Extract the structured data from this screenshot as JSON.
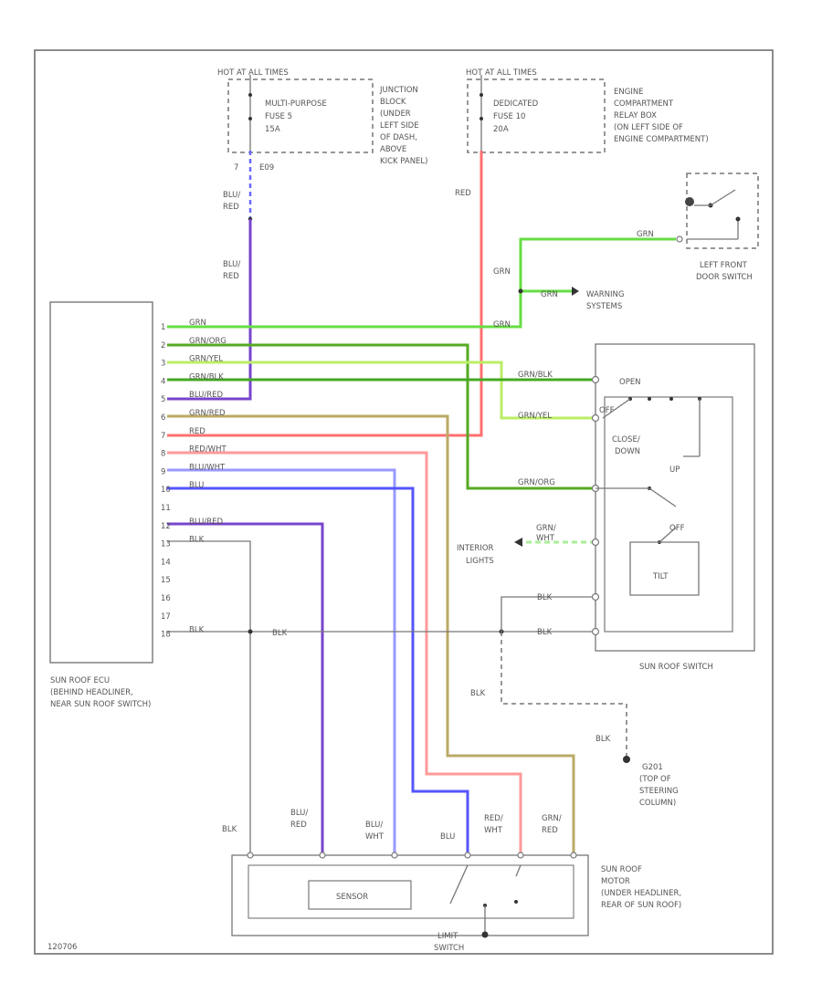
{
  "fuses": {
    "left": {
      "header": "HOT AT ALL TIMES",
      "name": "MULTI-PURPOSE",
      "number": "FUSE 5",
      "rating": "15A"
    },
    "left_box": [
      "JUNCTION",
      "BLOCK",
      "(UNDER",
      "LEFT SIDE",
      "OF DASH,",
      "ABOVE",
      "KICK PANEL)"
    ],
    "right": {
      "header": "HOT AT ALL TIMES",
      "name": "DEDICATED",
      "number": "FUSE 10",
      "rating": "20A"
    },
    "right_box": [
      "ENGINE",
      "COMPARTMENT",
      "RELAY BOX",
      "(ON LEFT SIDE OF",
      "ENGINE COMPARTMENT)"
    ]
  },
  "labels": {
    "e09": "E09",
    "blu_red_1": [
      "BLU/",
      "RED"
    ],
    "blu_red_2": [
      "BLU/",
      "RED"
    ],
    "red_vertical": "RED",
    "grn_top": "GRN",
    "grn_mid": "GRN",
    "grn_warn": "GRN",
    "grn_low": "GRN",
    "warning": [
      "WARNING",
      "SYSTEMS"
    ],
    "door_switch": [
      "LEFT FRONT",
      "DOOR SWITCH"
    ],
    "interior": [
      "INTERIOR",
      "LIGHTS"
    ],
    "grn_wht": [
      "GRN/",
      "WHT"
    ],
    "blk_drop": "BLK",
    "blk_drop2": "BLK",
    "ground": [
      "G201",
      "(TOP OF",
      "STEERING",
      "COLUMN)"
    ]
  },
  "ecu": {
    "name": [
      "SUN ROOF ECU",
      "(BEHIND HEADLINER,",
      "NEAR SUN ROOF SWITCH)"
    ],
    "pins": [
      {
        "num": "1",
        "wire": "GRN"
      },
      {
        "num": "2",
        "wire": "GRN/ORG"
      },
      {
        "num": "3",
        "wire": "GRN/YEL"
      },
      {
        "num": "4",
        "wire": "GRN/BLK"
      },
      {
        "num": "5",
        "wire": "BLU/RED"
      },
      {
        "num": "6",
        "wire": "GRN/RED"
      },
      {
        "num": "7",
        "wire": "RED"
      },
      {
        "num": "8",
        "wire": "RED/WHT"
      },
      {
        "num": "9",
        "wire": "BLU/WHT"
      },
      {
        "num": "10",
        "wire": "BLU"
      },
      {
        "num": "11",
        "wire": ""
      },
      {
        "num": "12",
        "wire": "BLU/RED"
      },
      {
        "num": "13",
        "wire": "BLK"
      },
      {
        "num": "14",
        "wire": ""
      },
      {
        "num": "15",
        "wire": ""
      },
      {
        "num": "16",
        "wire": ""
      },
      {
        "num": "17",
        "wire": ""
      },
      {
        "num": "18",
        "wire": "BLK"
      }
    ],
    "blk_mid": "BLK"
  },
  "switch": {
    "name": "SUN ROOF SWITCH",
    "open": "OPEN",
    "off": "OFF",
    "close_down": [
      "CLOSE/",
      "DOWN"
    ],
    "up": "UP",
    "tilt": "TILT",
    "off2": "OFF",
    "wires": [
      "GRN/BLK",
      "GRN/YEL",
      "GRN/ORG",
      "BLK",
      "BLK"
    ]
  },
  "motor": {
    "name": [
      "SUN ROOF",
      "MOTOR",
      "(UNDER HEADLINER,",
      "REAR OF SUN ROOF)"
    ],
    "sensor": "SENSOR",
    "limit": [
      "LIMIT",
      "SWITCH"
    ],
    "wires": [
      {
        "label": [
          "BLK"
        ]
      },
      {
        "label": [
          "BLU/",
          "RED"
        ]
      },
      {
        "label": [
          "BLU/",
          "WHT"
        ]
      },
      {
        "label": [
          "BLU"
        ]
      },
      {
        "label": [
          "RED/",
          "WHT"
        ]
      },
      {
        "label": [
          "GRN/",
          "RED"
        ]
      }
    ]
  },
  "figure_id": "120706"
}
